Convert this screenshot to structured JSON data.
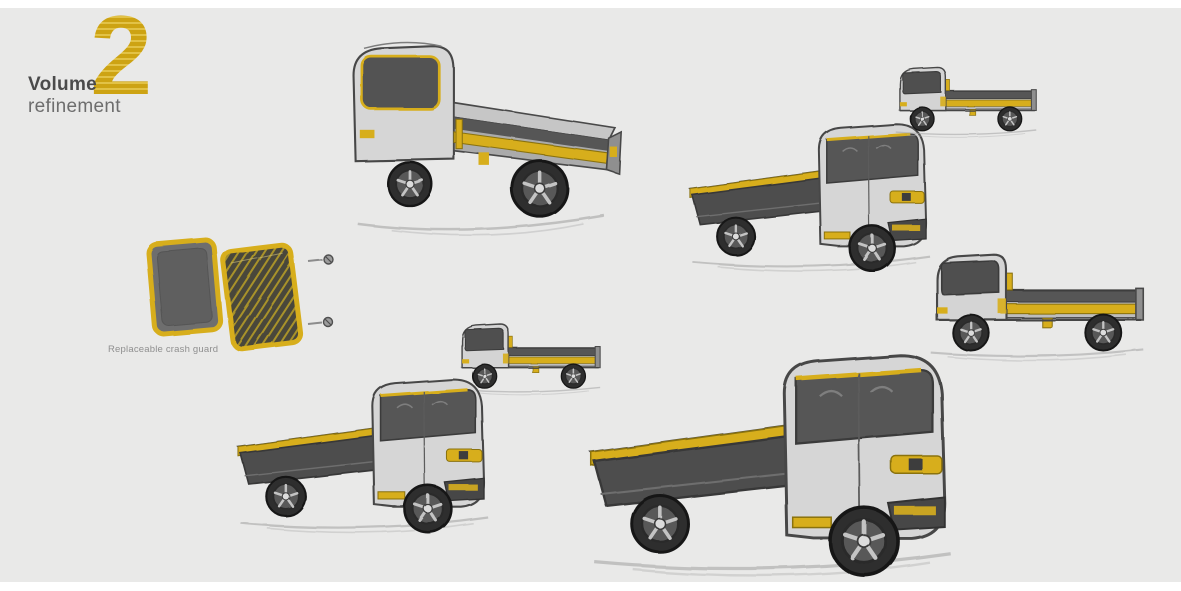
{
  "title": {
    "word": "Volume",
    "number": "2",
    "subtitle": "refinement"
  },
  "annotation": {
    "crash_guard_label": "Replaceable crash guard"
  },
  "palette": {
    "background": "#e9e9e8",
    "accent_yellow": "#d7ae1c",
    "sketch_ink": "#3f3f3f",
    "panel_dark": "#575757",
    "body_gray": "#d4d4d4"
  },
  "sketches": [
    {
      "name": "truck-sketch-rear-quarter",
      "view": "rear three-quarter"
    },
    {
      "name": "truck-sketch-front-quarter-mid",
      "view": "front three-quarter"
    },
    {
      "name": "truck-sketch-side-top-right",
      "view": "side"
    },
    {
      "name": "truck-sketch-side-right",
      "view": "side"
    },
    {
      "name": "truck-sketch-side-center",
      "view": "side"
    },
    {
      "name": "truck-sketch-front-quarter-bottom-left",
      "view": "front three-quarter"
    },
    {
      "name": "truck-sketch-front-quarter-large",
      "view": "front three-quarter"
    }
  ]
}
